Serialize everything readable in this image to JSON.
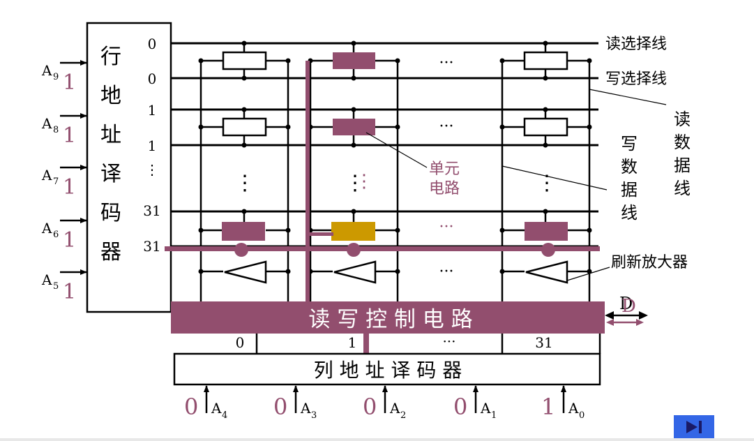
{
  "colors": {
    "line": "#000000",
    "accent": "#924e6e",
    "selected_cell": "#cc9900",
    "next_button": "#3366e6"
  },
  "row_decoder": {
    "label_chars": [
      "行",
      "地",
      "址",
      "译",
      "码",
      "器"
    ],
    "row_labels": [
      "0",
      "0",
      "1",
      "1",
      "⋮",
      "31",
      "31"
    ],
    "inputs": [
      {
        "name": "A",
        "sub": "9",
        "value": "1"
      },
      {
        "name": "A",
        "sub": "8",
        "value": "1"
      },
      {
        "name": "A",
        "sub": "7",
        "value": "1"
      },
      {
        "name": "A",
        "sub": "6",
        "value": "1"
      },
      {
        "name": "A",
        "sub": "5",
        "value": "1"
      }
    ]
  },
  "labels": {
    "read_select_line": "读选择线",
    "write_select_line": "写选择线",
    "read_data_line": [
      "读",
      "数",
      "据",
      "线"
    ],
    "write_data_line": [
      "写",
      "数",
      "据",
      "线"
    ],
    "cell_circuit": [
      "单元",
      "电路"
    ],
    "refresh_amp": "刷新放大器",
    "ellipsis": "···",
    "vdots": "⋮"
  },
  "rw_control": {
    "label": "读 写 控 制 电 路",
    "col_labels": [
      "0",
      "1",
      "···",
      "31"
    ],
    "data_out": "D",
    "data_out_overlay": "D"
  },
  "col_decoder": {
    "label": "列 地 址 译 码 器",
    "inputs": [
      {
        "name": "A",
        "sub": "4",
        "value": "0"
      },
      {
        "name": "A",
        "sub": "3",
        "value": "0"
      },
      {
        "name": "A",
        "sub": "2",
        "value": "0"
      },
      {
        "name": "A",
        "sub": "1",
        "value": "0"
      },
      {
        "name": "A",
        "sub": "0",
        "value": "1"
      }
    ]
  },
  "nav": {
    "next_icon": "next-slide-icon"
  }
}
